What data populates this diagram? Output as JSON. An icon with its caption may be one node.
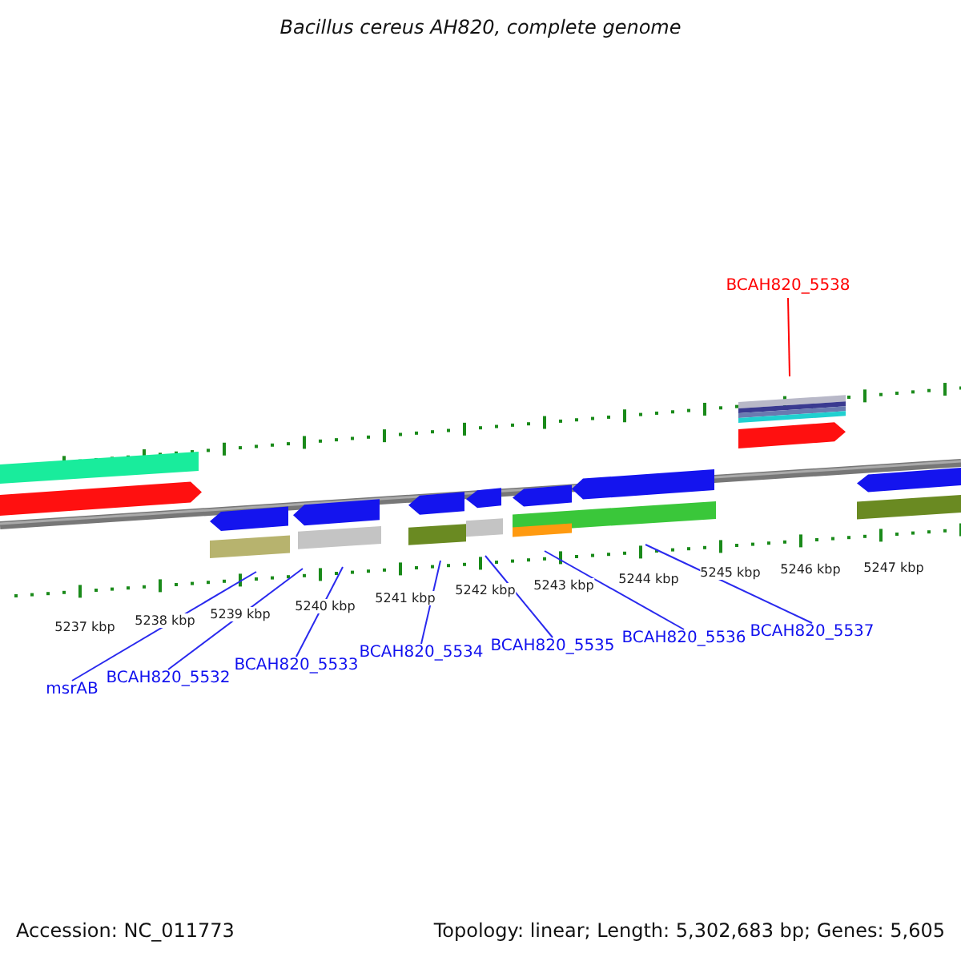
{
  "diagram": {
    "title": "Bacillus cereus AH820, complete genome",
    "nodes": [
      {
        "text": [
          "msrAB"
        ]
      },
      {
        "text": [
          "BCAH820_5532"
        ]
      },
      {
        "text": [
          "BCAH820_5533"
        ]
      },
      {
        "text": [
          "BCAH820_5534"
        ]
      },
      {
        "text": [
          "BCAH820_5535"
        ]
      },
      {
        "text": [
          "BCAH820_5536"
        ]
      },
      {
        "text": [
          "BCAH820_5537"
        ]
      },
      {
        "text": [
          "BCAH820_5538"
        ]
      }
    ],
    "edges": [
      {
        "from": 0,
        "to": null,
        "arrow": "none"
      },
      {
        "from": 1,
        "to": null,
        "arrow": "none"
      },
      {
        "from": 2,
        "to": null,
        "arrow": "none"
      },
      {
        "from": 3,
        "to": null,
        "arrow": "none"
      },
      {
        "from": 4,
        "to": null,
        "arrow": "none"
      },
      {
        "from": 5,
        "to": null,
        "arrow": "none"
      },
      {
        "from": 6,
        "to": null,
        "arrow": "none"
      },
      {
        "from": 7,
        "to": null,
        "arrow": "none",
        "color": "#ff0000"
      }
    ],
    "labels": [
      "5237 kbp",
      "5238 kbp",
      "5239 kbp",
      "5240 kbp",
      "5241 kbp",
      "5242 kbp",
      "5243 kbp",
      "5244 kbp",
      "5245 kbp",
      "5246 kbp",
      "5247 kbp",
      "Accession: NC_011773",
      "Topology: linear; Length: 5,302,683 bp; Genes: 5,605"
    ]
  }
}
